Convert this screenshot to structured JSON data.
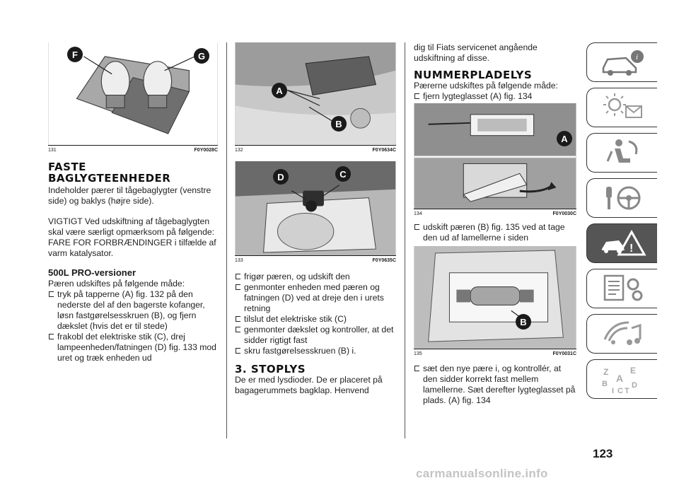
{
  "figures": {
    "f131": {
      "num": "131",
      "code": "F0Y0028C",
      "labels": [
        "F",
        "G"
      ]
    },
    "f132": {
      "num": "132",
      "code": "F0Y0634C",
      "labels": [
        "A",
        "B"
      ]
    },
    "f133": {
      "num": "133",
      "code": "F0Y0635C",
      "labels": [
        "D",
        "C"
      ]
    },
    "f134": {
      "num": "134",
      "code": "F0Y0030C",
      "labels": [
        "A"
      ]
    },
    "f135": {
      "num": "135",
      "code": "F0Y0031C",
      "labels": [
        "B"
      ]
    }
  },
  "col1": {
    "heading_line1": "FASTE",
    "heading_line2": "BAGLYGTEENHEDER",
    "intro": "Indeholder pærer til tågebaglygter (venstre side) og baklys (højre side).",
    "warning": "VIGTIGT Ved udskiftning af tågebaglygten skal være særligt opmærksom på følgende: FARE FOR FORBRÆNDINGER i tilfælde af varm katalysator.",
    "subheading": "500L PRO-versioner",
    "sub_intro": "Pæren udskiftes på følgende måde:",
    "bullets": [
      "tryk på tapperne (A) fig. 132 på den nederste del af den bagerste kofanger, løsn fastgørelsesskruen (B), og fjern dækslet (hvis det er til stede)",
      "frakobl det elektriske stik (C), drej lampeenheden/fatningen (D) fig. 133 mod uret og træk enheden ud"
    ]
  },
  "col2": {
    "bullets": [
      "frigør pæren, og udskift den",
      "genmonter enheden med pæren og fatningen (D) ved at dreje den i urets retning",
      "tilslut det elektriske stik (C)",
      "genmonter dækslet og kontroller, at det sidder rigtigt fast",
      "skru fastgørelsesskruen (B) i."
    ],
    "heading": "3. STOPLYS",
    "text": "De er med lysdioder. De er placeret på bagagerummets bagklap. Henvend"
  },
  "col3": {
    "intro": "dig til Fiats servicenet angående udskiftning af disse.",
    "heading": "NUMMERPLADELYS",
    "sub_intro": "Pærerne udskiftes på følgende måde:",
    "bullet1": "fjern lygteglasset (A) fig. 134",
    "bullet2": "udskift pæren (B) fig. 135 ved at tage den ud af lamellerne i siden",
    "bullet3": "sæt den nye pære i, og kontrollér, at den sidder korrekt fast mellem lamellerne. Sæt derefter lygteglasset på plads. (A) fig. 134"
  },
  "page_number": "123",
  "watermark": "carmanualsonline.info",
  "side_tabs": [
    "car-info-icon",
    "warning-light-icon",
    "airbag-seat-icon",
    "steering-key-icon",
    "emergency-triangle-icon",
    "maintenance-icon",
    "multimedia-icon",
    "index-abc-icon"
  ],
  "active_tab": 4
}
